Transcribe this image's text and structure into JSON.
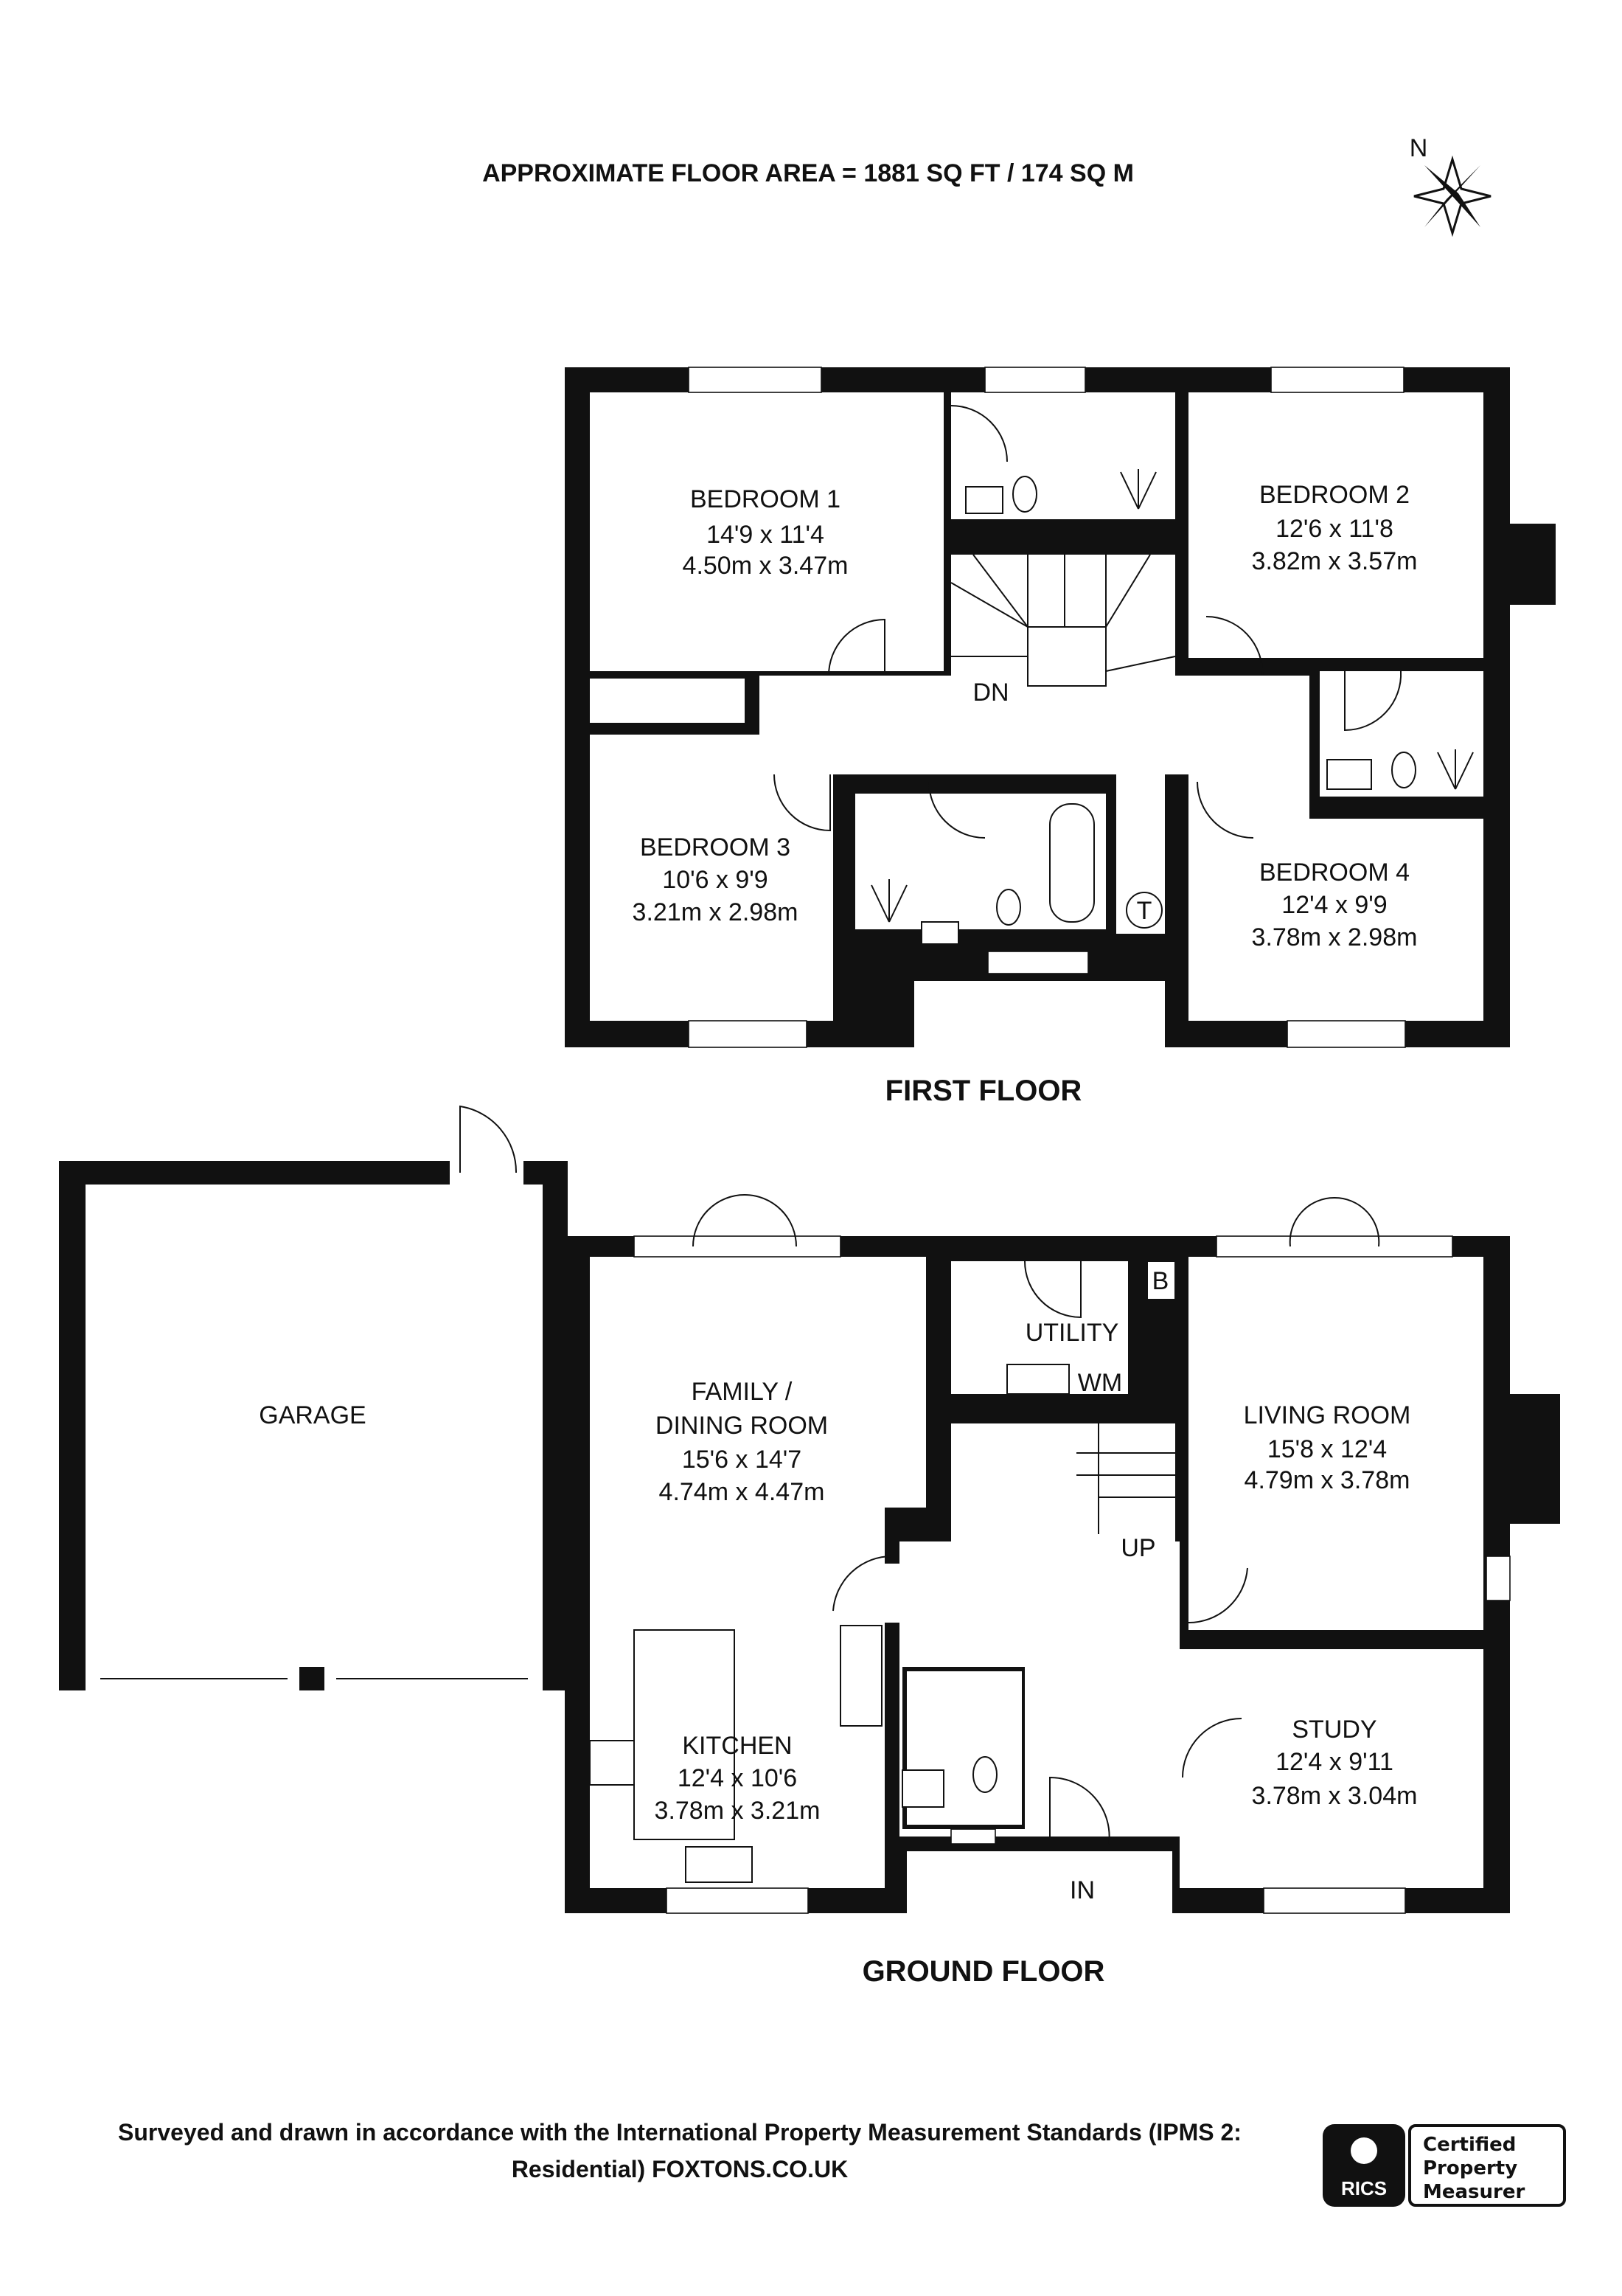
{
  "header": {
    "title": "APPROXIMATE FLOOR AREA = 1881 SQ FT / 174 SQ M",
    "compass_label": "N"
  },
  "first_floor": {
    "title": "FIRST FLOOR",
    "rooms": [
      {
        "name": "BEDROOM 1",
        "imperial": "14'9 x 11'4",
        "metric": "4.50m x 3.47m"
      },
      {
        "name": "BEDROOM 2",
        "imperial": "12'6 x 11'8",
        "metric": "3.82m x 3.57m"
      },
      {
        "name": "BEDROOM 3",
        "imperial": "10'6 x 9'9",
        "metric": "3.21m x 2.98m"
      },
      {
        "name": "BEDROOM 4",
        "imperial": "12'4 x 9'9",
        "metric": "3.78m x 2.98m"
      }
    ],
    "stairs_label": "DN",
    "cupboard_label": "T"
  },
  "ground_floor": {
    "title": "GROUND FLOOR",
    "garage": "GARAGE",
    "family": {
      "name1": "FAMILY /",
      "name2": "DINING ROOM",
      "imperial": "15'6 x 14'7",
      "metric": "4.74m x 4.47m"
    },
    "kitchen": {
      "name": "KITCHEN",
      "imperial": "12'4 x 10'6",
      "metric": "3.78m x 3.21m"
    },
    "living": {
      "name": "LIVING ROOM",
      "imperial": "15'8 x 12'4",
      "metric": "4.79m x 3.78m"
    },
    "study": {
      "name": "STUDY",
      "imperial": "12'4 x 9'11",
      "metric": "3.78m x 3.04m"
    },
    "utility": "UTILITY",
    "wm": "WM",
    "boiler": "B",
    "stairs_label": "UP",
    "entrance_label": "IN"
  },
  "footer": {
    "line1": "Surveyed and drawn in accordance with the International Property Measurement Standards (IPMS 2:",
    "line2": "Residential) FOXTONS.CO.UK",
    "badge": {
      "brand": "RICS",
      "line1": "Certified",
      "line2": "Property",
      "line3": "Measurer"
    }
  }
}
